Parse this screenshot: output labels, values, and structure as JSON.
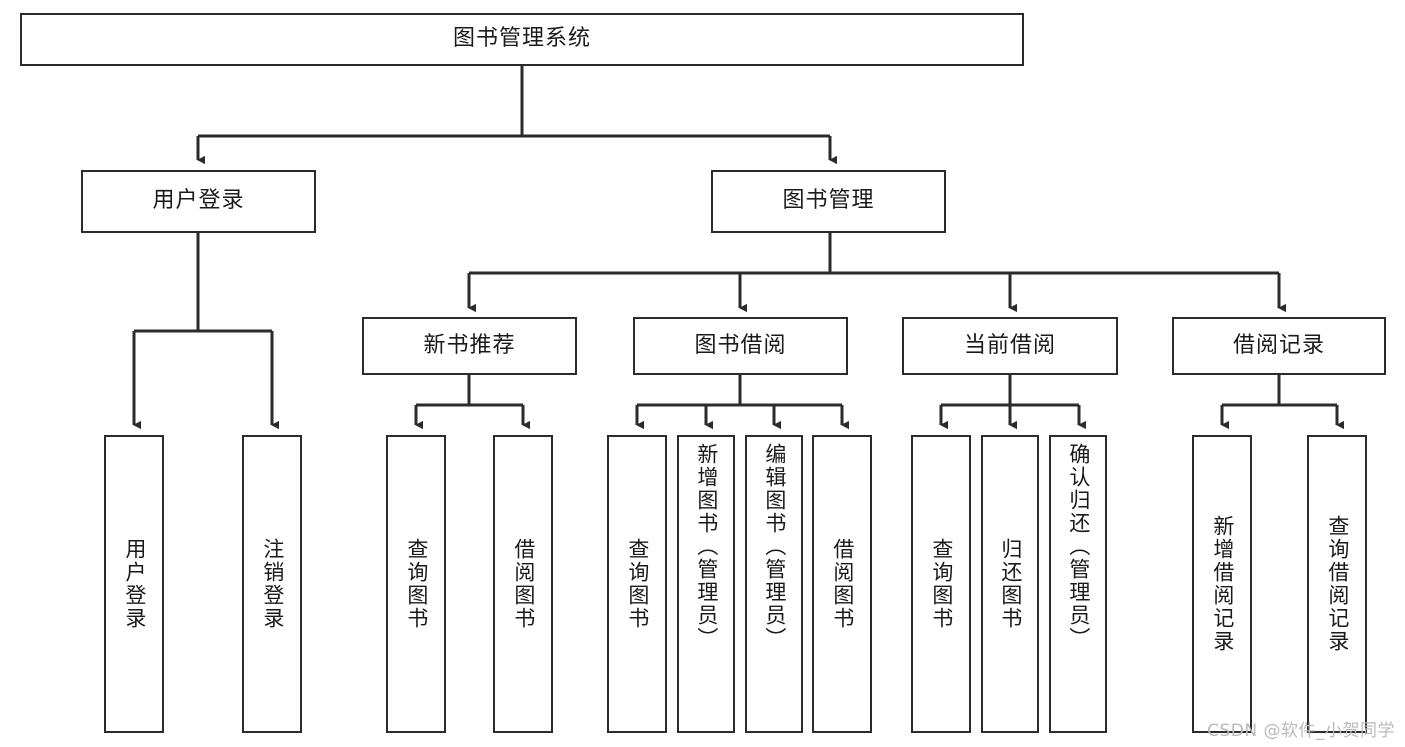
{
  "diagram": {
    "title": "图书管理系统",
    "type": "tree",
    "watermark": "CSDN @软件_小贺同学",
    "colors": {
      "stroke": "#2b2b2b",
      "fill": "#ffffff",
      "text": "#1a1a1a",
      "watermark": "#b9b9b9"
    },
    "levels": {
      "root": {
        "label": "图书管理系统"
      },
      "level1": [
        {
          "label": "用户登录"
        },
        {
          "label": "图书管理"
        }
      ],
      "level2": [
        {
          "label": "新书推荐"
        },
        {
          "label": "图书借阅"
        },
        {
          "label": "当前借阅"
        },
        {
          "label": "借阅记录"
        }
      ],
      "leaves_user_login": [
        {
          "label": "用户登录"
        },
        {
          "label": "注销登录"
        }
      ],
      "leaves_new_book": [
        {
          "label": "查询图书"
        },
        {
          "label": "借阅图书"
        }
      ],
      "leaves_borrow": [
        {
          "label": "查询图书"
        },
        {
          "label": "新增图书（管理员）"
        },
        {
          "label": "编辑图书（管理员）"
        },
        {
          "label": "借阅图书"
        }
      ],
      "leaves_current": [
        {
          "label": "查询图书"
        },
        {
          "label": "归还图书"
        },
        {
          "label": "确认归还（管理员）"
        }
      ],
      "leaves_record": [
        {
          "label": "新增借阅记录"
        },
        {
          "label": "查询借阅记录"
        }
      ]
    }
  },
  "chart_data": {
    "type": "tree",
    "title": "图书管理系统",
    "nodes": [
      {
        "id": "root",
        "label": "图书管理系统",
        "level": 0,
        "parent": null
      },
      {
        "id": "l1_0",
        "label": "用户登录",
        "level": 1,
        "parent": "root"
      },
      {
        "id": "l1_1",
        "label": "图书管理",
        "level": 1,
        "parent": "root"
      },
      {
        "id": "l2_0",
        "label": "用户登录",
        "level": 2,
        "parent": "l1_0"
      },
      {
        "id": "l2_1",
        "label": "注销登录",
        "level": 2,
        "parent": "l1_0"
      },
      {
        "id": "l2_2",
        "label": "新书推荐",
        "level": 2,
        "parent": "l1_1"
      },
      {
        "id": "l2_3",
        "label": "图书借阅",
        "level": 2,
        "parent": "l1_1"
      },
      {
        "id": "l2_4",
        "label": "当前借阅",
        "level": 2,
        "parent": "l1_1"
      },
      {
        "id": "l2_5",
        "label": "借阅记录",
        "level": 2,
        "parent": "l1_1"
      },
      {
        "id": "l3_0",
        "label": "查询图书",
        "level": 3,
        "parent": "l2_2"
      },
      {
        "id": "l3_1",
        "label": "借阅图书",
        "level": 3,
        "parent": "l2_2"
      },
      {
        "id": "l3_2",
        "label": "查询图书",
        "level": 3,
        "parent": "l2_3"
      },
      {
        "id": "l3_3",
        "label": "新增图书（管理员）",
        "level": 3,
        "parent": "l2_3"
      },
      {
        "id": "l3_4",
        "label": "编辑图书（管理员）",
        "level": 3,
        "parent": "l2_3"
      },
      {
        "id": "l3_5",
        "label": "借阅图书",
        "level": 3,
        "parent": "l2_3"
      },
      {
        "id": "l3_6",
        "label": "查询图书",
        "level": 3,
        "parent": "l2_4"
      },
      {
        "id": "l3_7",
        "label": "归还图书",
        "level": 3,
        "parent": "l2_4"
      },
      {
        "id": "l3_8",
        "label": "确认归还（管理员）",
        "level": 3,
        "parent": "l2_4"
      },
      {
        "id": "l3_9",
        "label": "新增借阅记录",
        "level": 3,
        "parent": "l2_5"
      },
      {
        "id": "l3_10",
        "label": "查询借阅记录",
        "level": 3,
        "parent": "l2_5"
      }
    ],
    "edges": [
      [
        "root",
        "l1_0"
      ],
      [
        "root",
        "l1_1"
      ],
      [
        "l1_0",
        "l2_0"
      ],
      [
        "l1_0",
        "l2_1"
      ],
      [
        "l1_1",
        "l2_2"
      ],
      [
        "l1_1",
        "l2_3"
      ],
      [
        "l1_1",
        "l2_4"
      ],
      [
        "l1_1",
        "l2_5"
      ],
      [
        "l2_2",
        "l3_0"
      ],
      [
        "l2_2",
        "l3_1"
      ],
      [
        "l2_3",
        "l3_2"
      ],
      [
        "l2_3",
        "l3_3"
      ],
      [
        "l2_3",
        "l3_4"
      ],
      [
        "l2_3",
        "l3_5"
      ],
      [
        "l2_4",
        "l3_6"
      ],
      [
        "l2_4",
        "l3_7"
      ],
      [
        "l2_4",
        "l3_8"
      ],
      [
        "l2_5",
        "l3_9"
      ],
      [
        "l2_5",
        "l3_10"
      ]
    ]
  }
}
